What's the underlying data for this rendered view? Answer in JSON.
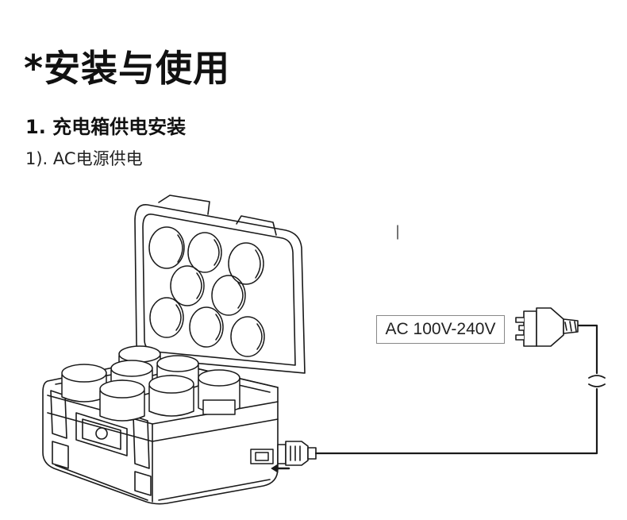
{
  "title": "*安装与使用",
  "section": "1. 充电箱供电安装",
  "subsection": "1). AC电源供电",
  "ac_label": "AC 100V-240V",
  "icons": {
    "case": "charging-case-illustration",
    "plug": "ac-plug-icon",
    "connector": "iec-connector-icon",
    "arrow": "left-arrow-icon",
    "break": "cable-break-icon"
  },
  "colors": {
    "line": "#1a1a1a",
    "fill": "#ffffff"
  }
}
